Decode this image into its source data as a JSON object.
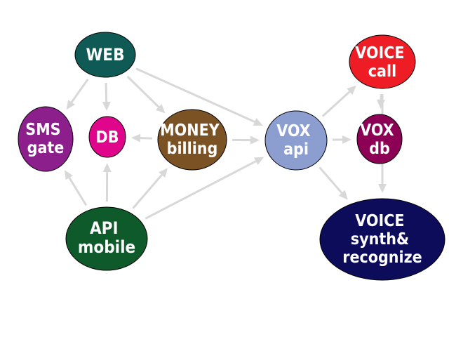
{
  "nodes": [
    {
      "id": "web",
      "lines": [
        "WEB"
      ],
      "color": "#0f5a55"
    },
    {
      "id": "sms",
      "lines": [
        "SMS",
        "gate"
      ],
      "color": "#8c1f8c"
    },
    {
      "id": "db",
      "lines": [
        "DB"
      ],
      "color": "#e0068c"
    },
    {
      "id": "money",
      "lines": [
        "MONEY",
        "billing"
      ],
      "color": "#7a5223"
    },
    {
      "id": "vox",
      "lines": [
        "VOX",
        "api"
      ],
      "color": "#8c9ecf"
    },
    {
      "id": "voxdb",
      "lines": [
        "VOX",
        "db"
      ],
      "color": "#8c0055"
    },
    {
      "id": "voicecall",
      "lines": [
        "VOICE",
        "call"
      ],
      "color": "#ee1c25"
    },
    {
      "id": "api",
      "lines": [
        "API",
        "mobile"
      ],
      "color": "#0f5a2a"
    },
    {
      "id": "voicesynth",
      "lines": [
        "VOICE",
        "synth&",
        "recognize"
      ],
      "color": "#0c0c5a"
    }
  ],
  "edges": [
    {
      "from": "web",
      "to": "sms"
    },
    {
      "from": "web",
      "to": "db"
    },
    {
      "from": "web",
      "to": "money"
    },
    {
      "from": "web",
      "to": "vox"
    },
    {
      "from": "money",
      "to": "db"
    },
    {
      "from": "money",
      "to": "vox"
    },
    {
      "from": "api",
      "to": "sms"
    },
    {
      "from": "api",
      "to": "db"
    },
    {
      "from": "api",
      "to": "money"
    },
    {
      "from": "api",
      "to": "vox"
    },
    {
      "from": "vox",
      "to": "voicecall"
    },
    {
      "from": "vox",
      "to": "voxdb"
    },
    {
      "from": "vox",
      "to": "voicesynth"
    },
    {
      "from": "voicecall",
      "to": "voxdb"
    },
    {
      "from": "voicecall",
      "to": "voicesynth"
    }
  ]
}
